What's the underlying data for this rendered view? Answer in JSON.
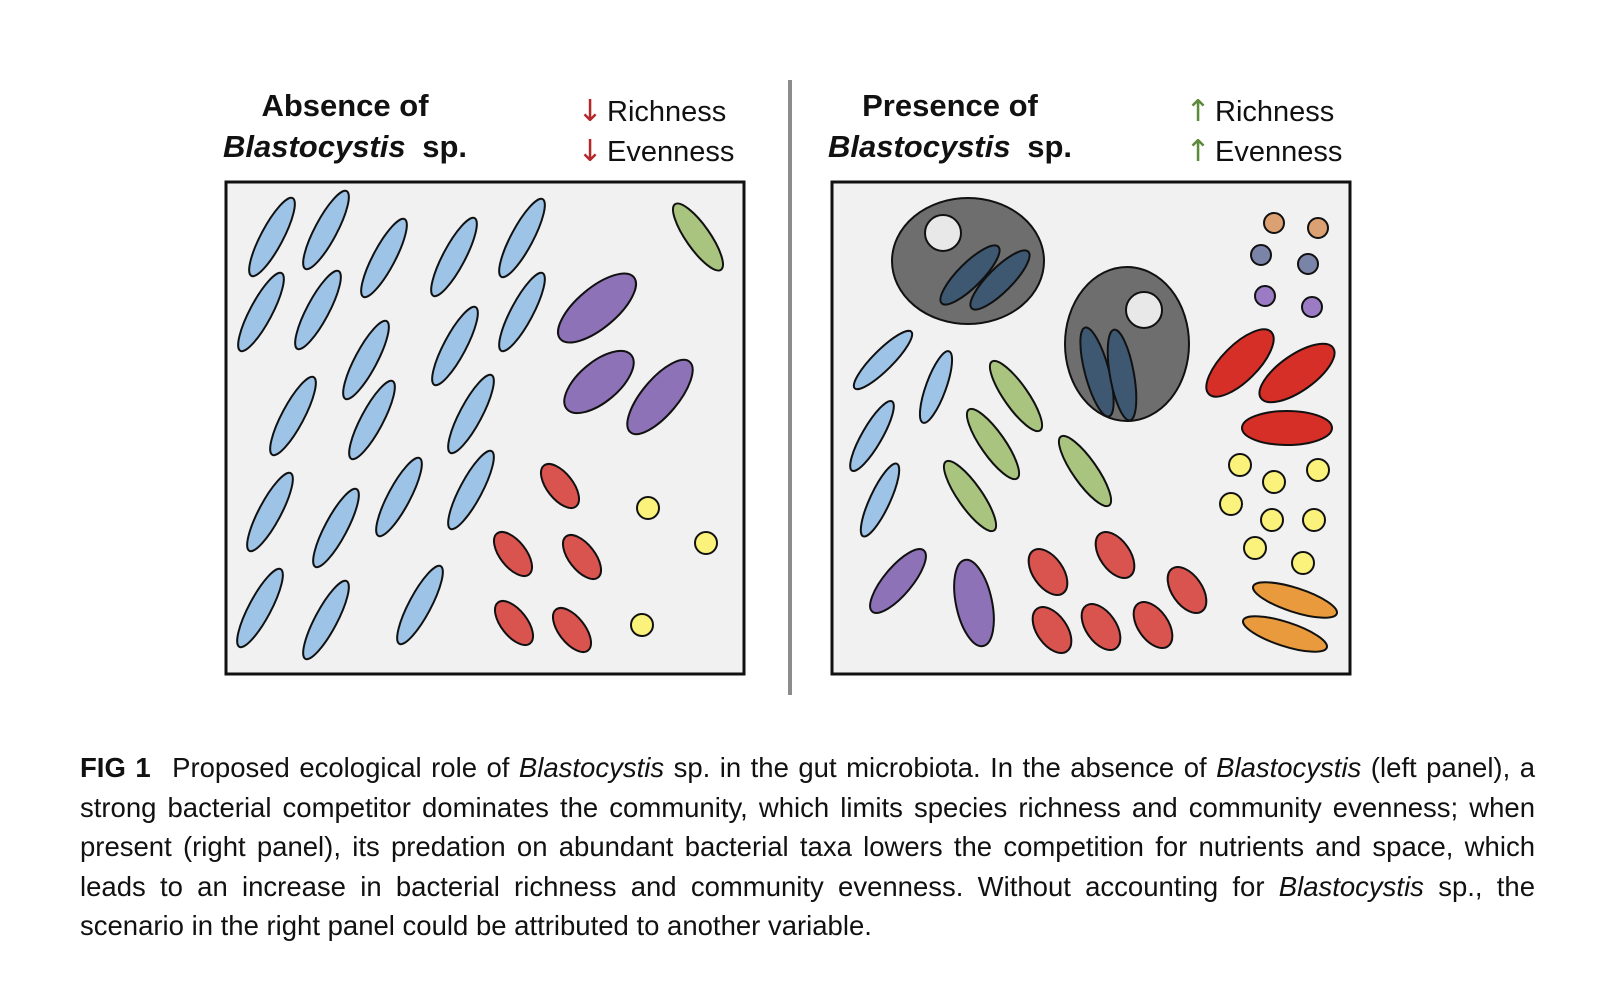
{
  "figure": {
    "left_panel": {
      "title_line1": "Absence of",
      "title_italic": "Blastocystis",
      "title_suffix": "sp.",
      "indicators": [
        {
          "arrow": "↓",
          "label": "Richness"
        },
        {
          "arrow": "↓",
          "label": "Evenness"
        }
      ],
      "arrow_color": "#b3282d"
    },
    "right_panel": {
      "title_line1": "Presence of",
      "title_italic": "Blastocystis",
      "title_suffix": "sp.",
      "indicators": [
        {
          "arrow": "↑",
          "label": "Richness"
        },
        {
          "arrow": "↑",
          "label": "Evenness"
        }
      ],
      "arrow_color": "#5a8a3a"
    },
    "colors": {
      "blue": "#9dc3e6",
      "purple": "#8e72b8",
      "red": "#d9534f",
      "bright_red": "#d62f27",
      "green": "#a9c47f",
      "yellow": "#fbf27c",
      "orange": "#e89a3c",
      "tan": "#dba173",
      "slate": "#7a83a8",
      "violet": "#9a7bc4",
      "blasto_cell": "#6e6e6e",
      "blasto_nucleus": "#3e5872",
      "panel_bg": "#f1f1f1"
    }
  },
  "caption": {
    "label": "FIG 1",
    "segments": [
      {
        "text": "Proposed ecological role of ",
        "italic": false
      },
      {
        "text": "Blastocystis",
        "italic": true
      },
      {
        "text": " sp. in the gut microbiota. In the absence of ",
        "italic": false
      },
      {
        "text": "Blastocystis",
        "italic": true
      },
      {
        "text": " (left panel), a strong bacterial competitor dominates the community, which limits species richness and community evenness; when present (right panel), its predation on abundant bacterial taxa lowers the competition for nutrients and space, which leads to an increase in bacterial richness and community evenness. Without accounting for ",
        "italic": false
      },
      {
        "text": "Blastocystis",
        "italic": true
      },
      {
        "text": " sp., the scenario in the right panel could be attributed to another variable.",
        "italic": false
      }
    ]
  }
}
